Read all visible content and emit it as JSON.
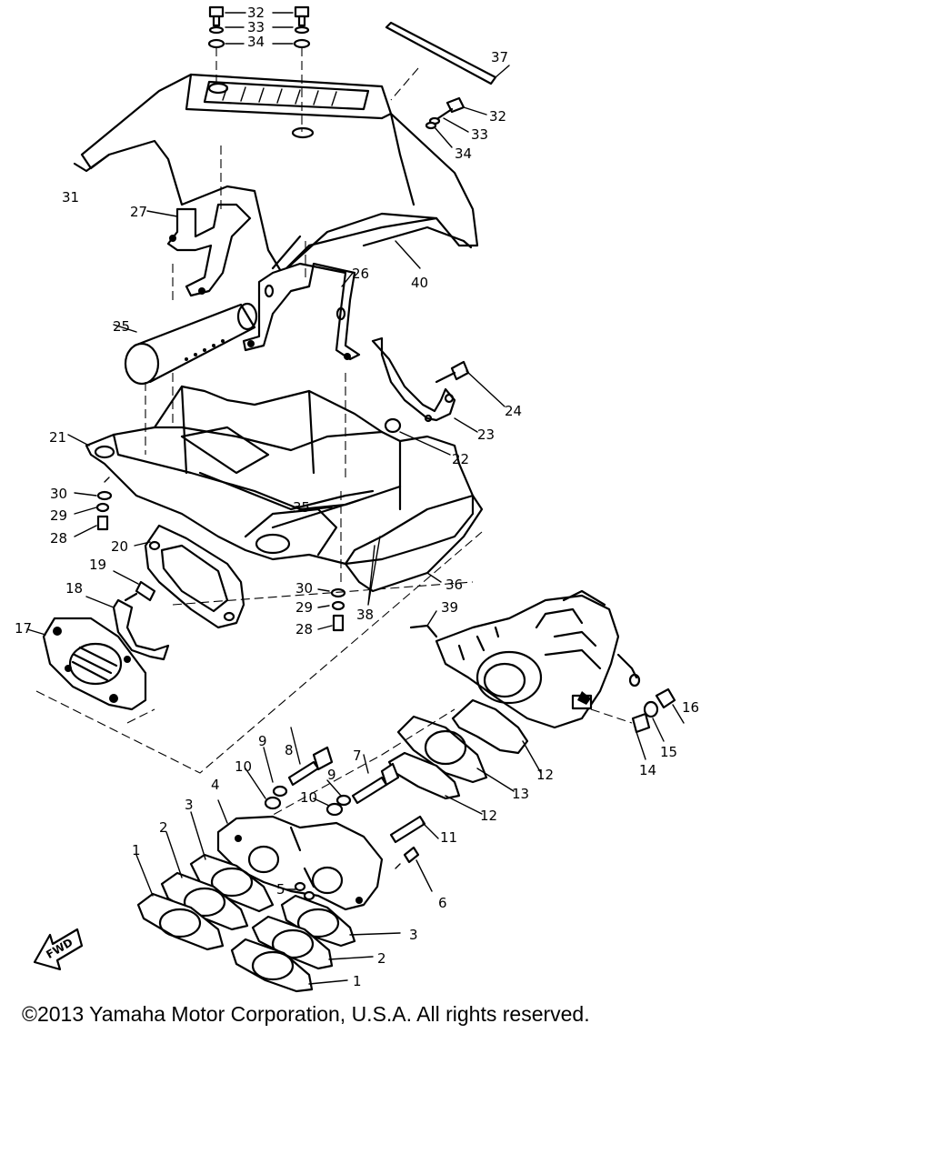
{
  "copyright": "©2013 Yamaha Motor Corporation, U.S.A. All rights reserved.",
  "fwd_marker": "FWD",
  "part_labels": {
    "p1a": "1",
    "p1b": "1",
    "p2a": "2",
    "p2b": "2",
    "p3a": "3",
    "p3b": "3",
    "p4": "4",
    "p5": "5",
    "p6": "6",
    "p7": "7",
    "p8": "8",
    "p9a": "9",
    "p9b": "9",
    "p10a": "10",
    "p10b": "10",
    "p11": "11",
    "p12a": "12",
    "p12b": "12",
    "p13": "13",
    "p14": "14",
    "p15": "15",
    "p16": "16",
    "p17": "17",
    "p18": "18",
    "p19": "19",
    "p20": "20",
    "p21": "21",
    "p22": "22",
    "p23": "23",
    "p24": "24",
    "p25": "25",
    "p26": "26",
    "p27": "27",
    "p28a": "28",
    "p28b": "28",
    "p29a": "29",
    "p29b": "29",
    "p30a": "30",
    "p30b": "30",
    "p31": "31",
    "p32a": "32",
    "p32b": "32",
    "p33a": "33",
    "p33b": "33",
    "p34a": "34",
    "p34b": "34",
    "p35": "35",
    "p36": "36",
    "p37": "37",
    "p38": "38",
    "p39": "39",
    "p40": "40"
  }
}
